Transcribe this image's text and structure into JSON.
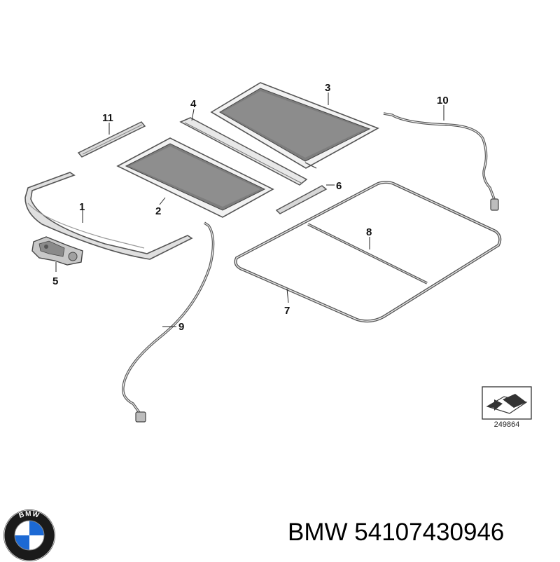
{
  "diagram": {
    "callouts": {
      "c1": "1",
      "c2": "2",
      "c3": "3",
      "c4": "4",
      "c5": "5",
      "c6": "6",
      "c7": "7",
      "c8": "8",
      "c9": "9",
      "c10": "10",
      "c11": "11"
    },
    "reference_number": "249864"
  },
  "footer": {
    "brand": "BMW",
    "part_number": "54107430946",
    "label": "BMW 54107430946"
  },
  "logo": {
    "lettering": "BMW",
    "colors": [
      "#000000",
      "#ffffff",
      "#1c69d4"
    ]
  }
}
